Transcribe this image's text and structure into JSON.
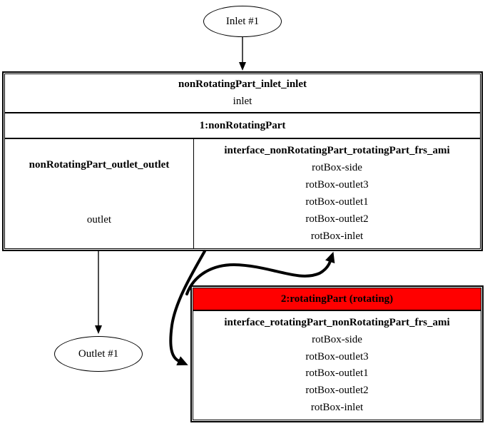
{
  "nodes": {
    "inlet": {
      "label": "Inlet #1"
    },
    "outlet": {
      "label": "Outlet #1"
    },
    "nonRotatingPart": {
      "inlet_block": {
        "title": "nonRotatingPart_inlet_inlet",
        "port": "inlet"
      },
      "name_row": "1:nonRotatingPart",
      "outlet_block": {
        "title": "nonRotatingPart_outlet_outlet",
        "port": "outlet"
      },
      "interface_block": {
        "title": "interface_nonRotatingPart_rotatingPart_frs_ami",
        "patches": [
          "rotBox-side",
          "rotBox-outlet3",
          "rotBox-outlet1",
          "rotBox-outlet2",
          "rotBox-inlet"
        ]
      }
    },
    "rotatingPart": {
      "name_row": "2:rotatingPart (rotating)",
      "header_color": "#ff0000",
      "interface_block": {
        "title": "interface_rotatingPart_nonRotatingPart_frs_ami",
        "patches": [
          "rotBox-side",
          "rotBox-outlet3",
          "rotBox-outlet1",
          "rotBox-outlet2",
          "rotBox-inlet"
        ]
      }
    }
  },
  "colors": {
    "edge": "#000000",
    "rotating_header": "#ff0000",
    "background": "#ffffff"
  }
}
